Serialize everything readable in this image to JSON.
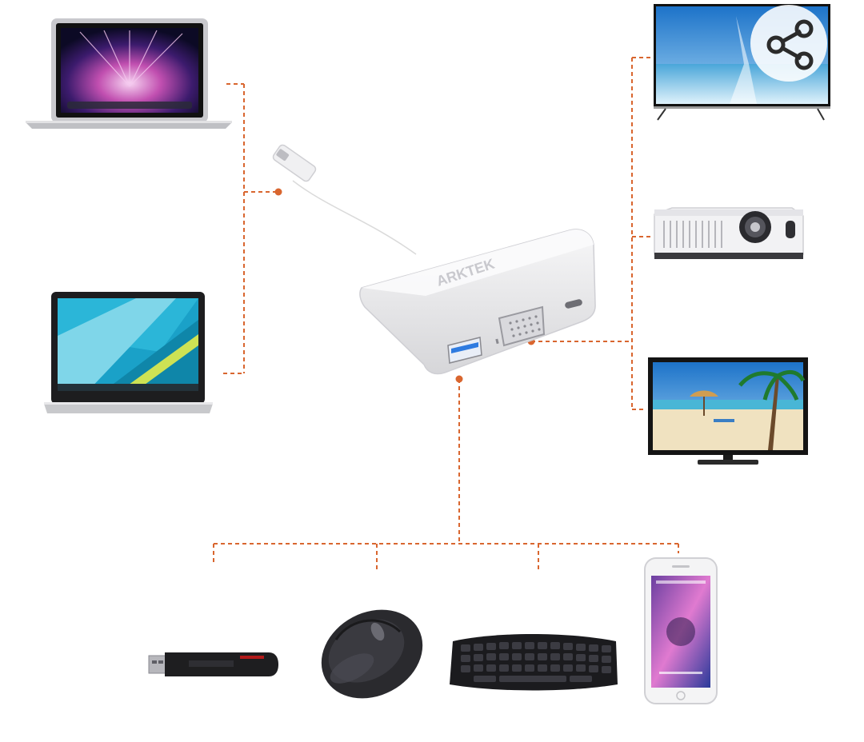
{
  "product": {
    "brand": "ARKTEK"
  },
  "devices": {
    "hosts": [
      "laptop-macbook",
      "laptop-chromebook"
    ],
    "displays": [
      "television",
      "projector",
      "monitor"
    ],
    "usb_peripherals": [
      "usb-flash-drive",
      "wireless-mouse",
      "keyboard",
      "smartphone"
    ]
  },
  "colors": {
    "connector_line": "#d9662f",
    "adapter_body": "#e8e8ea",
    "background": "#ffffff"
  },
  "actions": {
    "share_icon": "share-icon"
  }
}
